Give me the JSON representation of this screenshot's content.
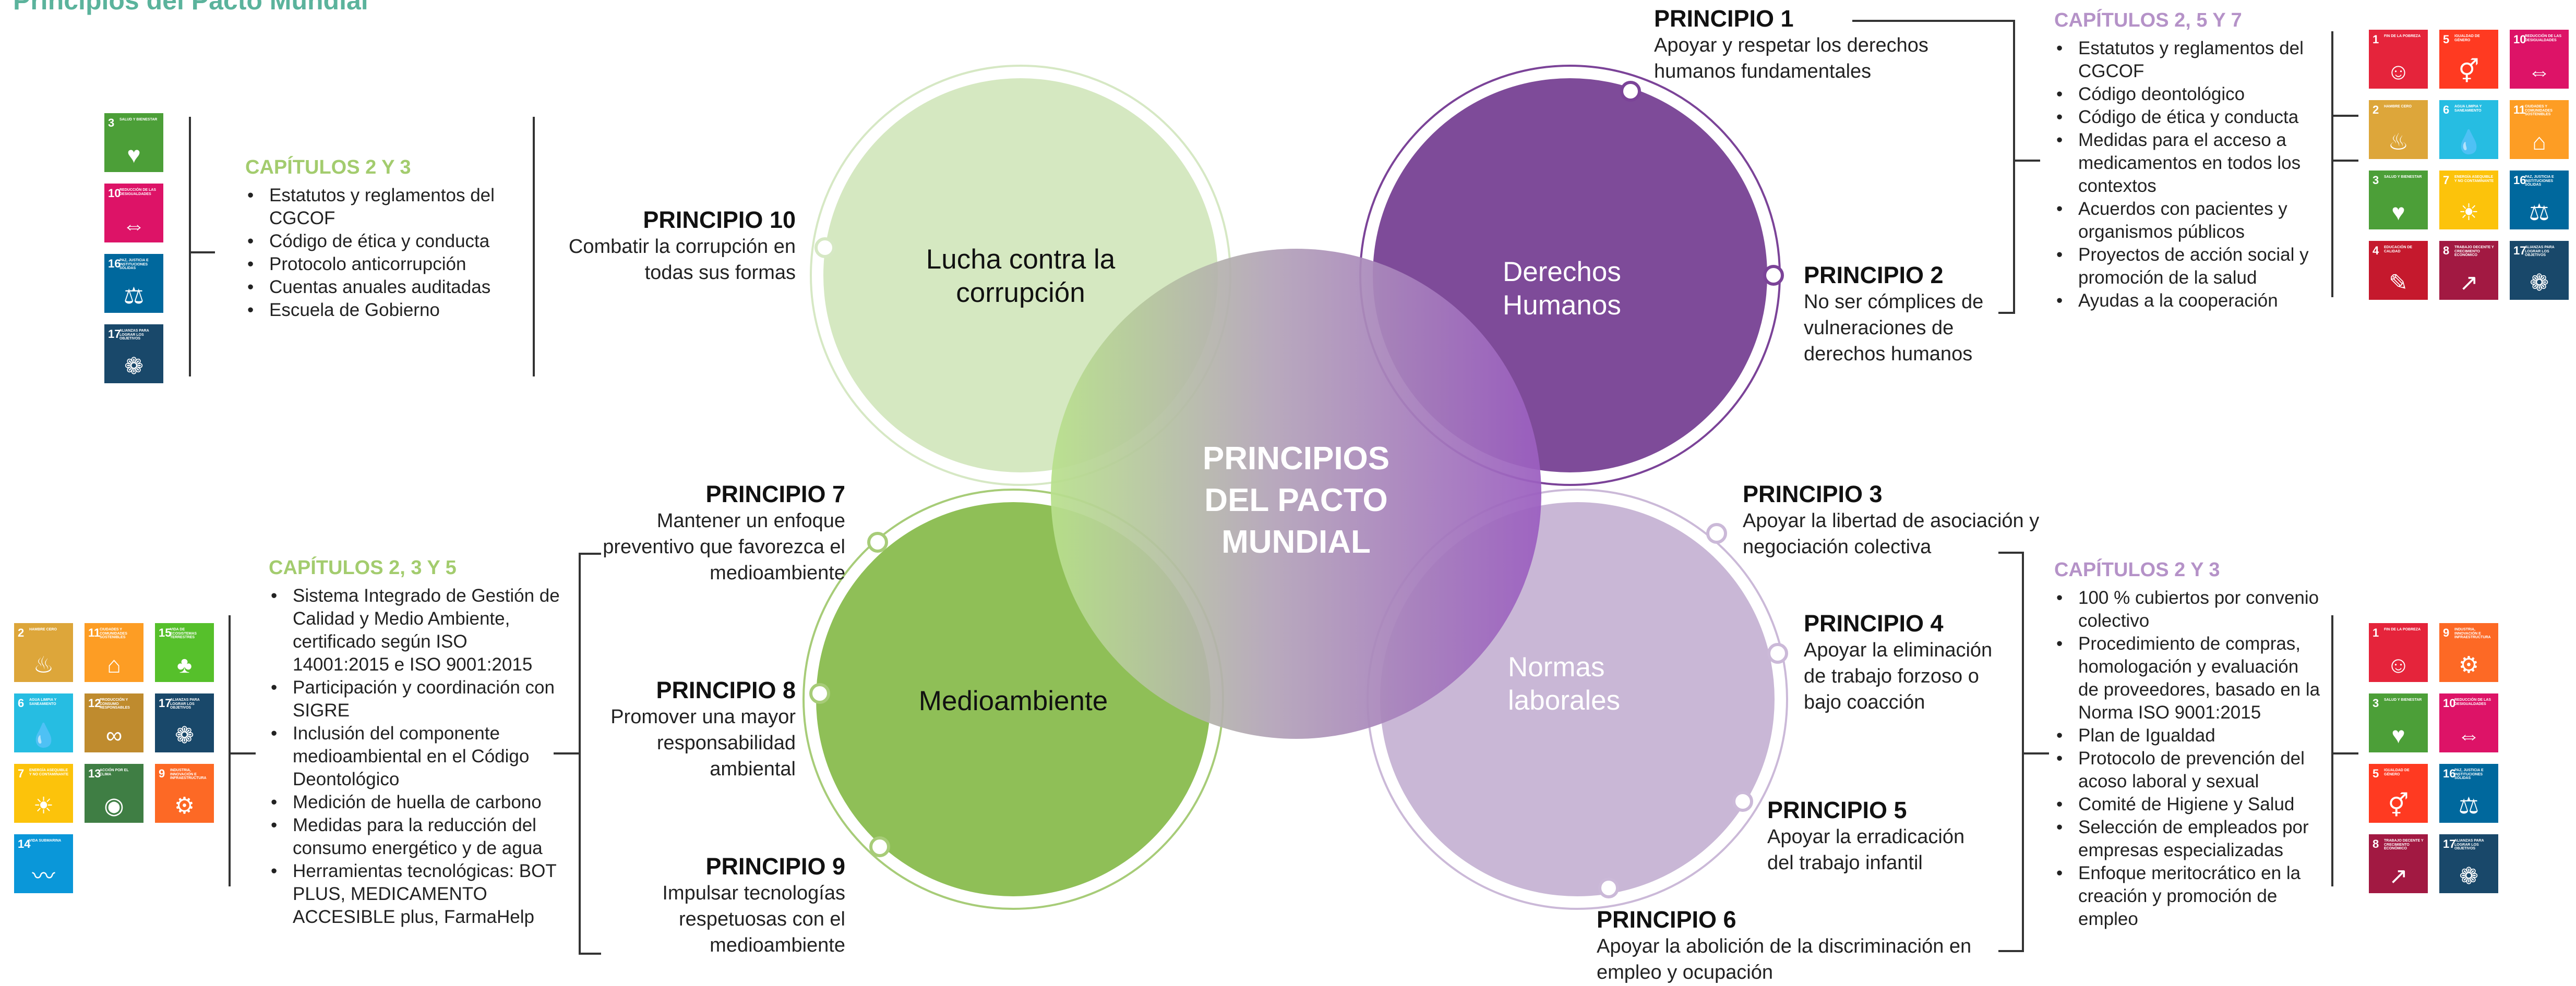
{
  "page_title": "Principios del Pacto Mundial",
  "center_label": "PRINCIPIOS DEL PACTO MUNDIAL",
  "circles": {
    "anticorruption": "Lucha contra la corrupción",
    "human_rights": "Derechos Humanos",
    "environment": "Medioambiente",
    "labour": "Normas laborales"
  },
  "principles": {
    "p1": {
      "title": "PRINCIPIO 1",
      "text": "Apoyar y respetar los derechos humanos fundamentales"
    },
    "p2": {
      "title": "PRINCIPIO 2",
      "text": "No ser cómplices de vulneraciones de derechos humanos"
    },
    "p3": {
      "title": "PRINCIPIO 3",
      "text": "Apoyar la libertad de asociación y negociación colectiva"
    },
    "p4": {
      "title": "PRINCIPIO 4",
      "text": "Apoyar la eliminación de trabajo forzoso o bajo coacción"
    },
    "p5": {
      "title": "PRINCIPIO 5",
      "text": "Apoyar la erradicación del trabajo infantil"
    },
    "p6": {
      "title": "PRINCIPIO 6",
      "text": "Apoyar la abolición de la discriminación en empleo y ocupación"
    },
    "p7": {
      "title": "PRINCIPIO 7",
      "text": "Mantener un enfoque preventivo que favorezca el medioambiente"
    },
    "p8": {
      "title": "PRINCIPIO 8",
      "text": "Promover una mayor responsabilidad ambiental"
    },
    "p9": {
      "title": "PRINCIPIO 9",
      "text": "Impulsar tecnologías respetuosas con el medioambiente"
    },
    "p10": {
      "title": "PRINCIPIO 10",
      "text": "Combatir la corrupción en todas sus formas"
    }
  },
  "chapters": {
    "anticorruption": {
      "title": "CAPÍTULOS 2 Y 3",
      "items": [
        "Estatutos y reglamentos del CGCOF",
        "Código de ética y conducta",
        "Protocolo anticorrupción",
        "Cuentas anuales auditadas",
        "Escuela de Gobierno"
      ]
    },
    "human_rights": {
      "title": "CAPÍTULOS 2, 5 Y 7",
      "items": [
        "Estatutos y reglamentos del CGCOF",
        "Código deontológico",
        "Código de ética y conducta",
        "Medidas para el acceso a medicamentos en todos los contextos",
        "Acuerdos con pacientes y organismos públicos",
        "Proyectos de acción social y promoción de la salud",
        "Ayudas a la cooperación"
      ]
    },
    "environment": {
      "title": "CAPÍTULOS 2, 3 Y 5",
      "items": [
        "Sistema Integrado de Gestión de Calidad y Medio Ambiente, certificado según ISO 14001:2015 e ISO 9001:2015",
        "Participación y coordinación con SIGRE",
        "Inclusión del componente medioambiental en el Código Deontológico",
        "Medición de huella de carbono",
        "Medidas para la reducción del consumo energético y de agua",
        "Herramientas tecnológicas: BOT PLUS, MEDICAMENTO ACCESIBLE plus, FarmaHelp"
      ]
    },
    "labour": {
      "title": "CAPÍTULOS 2 Y 3",
      "items": [
        "100 % cubiertos por convenio colectivo",
        "Procedimiento de compras, homologación y evaluación de proveedores, basado en la Norma ISO 9001:2015",
        "Plan de Igualdad",
        "Protocolo de prevención del acoso laboral y sexual",
        "Comité de Higiene y Salud",
        "Selección de empleados por empresas especializadas",
        "Enfoque meritocrático en la creación y promoción de empleo"
      ]
    }
  },
  "sdg_groups": {
    "anticorruption": [
      {
        "num": "3",
        "label": "Salud y bienestar",
        "color": "#4c9f38",
        "glyph": "♥"
      },
      {
        "num": "10",
        "label": "Reducción de las desigualdades",
        "color": "#dd1367",
        "glyph": "⇔"
      },
      {
        "num": "16",
        "label": "Paz, justicia e instituciones sólidas",
        "color": "#00689d",
        "glyph": "⚖"
      },
      {
        "num": "17",
        "label": "Alianzas para lograr los objetivos",
        "color": "#19486a",
        "glyph": "❁"
      }
    ],
    "human_rights": [
      {
        "num": "1",
        "label": "Fin de la pobreza",
        "color": "#e5243b",
        "glyph": "☺"
      },
      {
        "num": "5",
        "label": "Igualdad de género",
        "color": "#ff3a21",
        "glyph": "⚥"
      },
      {
        "num": "10",
        "label": "Reducción de las desigualdades",
        "color": "#dd1367",
        "glyph": "⇔"
      },
      {
        "num": "2",
        "label": "Hambre cero",
        "color": "#dda63a",
        "glyph": "♨"
      },
      {
        "num": "6",
        "label": "Agua limpia y saneamiento",
        "color": "#26bde2",
        "glyph": "💧"
      },
      {
        "num": "11",
        "label": "Ciudades y comunidades sostenibles",
        "color": "#fd9d24",
        "glyph": "⌂"
      },
      {
        "num": "3",
        "label": "Salud y bienestar",
        "color": "#4c9f38",
        "glyph": "♥"
      },
      {
        "num": "7",
        "label": "Energía asequible y no contaminante",
        "color": "#fcc30b",
        "glyph": "☀"
      },
      {
        "num": "16",
        "label": "Paz, justicia e instituciones sólidas",
        "color": "#00689d",
        "glyph": "⚖"
      },
      {
        "num": "4",
        "label": "Educación de calidad",
        "color": "#c5192d",
        "glyph": "✎"
      },
      {
        "num": "8",
        "label": "Trabajo decente y crecimiento económico",
        "color": "#a21942",
        "glyph": "↗"
      },
      {
        "num": "17",
        "label": "Alianzas para lograr los objetivos",
        "color": "#19486a",
        "glyph": "❁"
      }
    ],
    "environment": [
      {
        "num": "2",
        "label": "Hambre cero",
        "color": "#dda63a",
        "glyph": "♨"
      },
      {
        "num": "11",
        "label": "Ciudades y comunidades sostenibles",
        "color": "#fd9d24",
        "glyph": "⌂"
      },
      {
        "num": "15",
        "label": "Vida de ecosistemas terrestres",
        "color": "#56c02b",
        "glyph": "♣"
      },
      {
        "num": "6",
        "label": "Agua limpia y saneamiento",
        "color": "#26bde2",
        "glyph": "💧"
      },
      {
        "num": "12",
        "label": "Producción y consumo responsables",
        "color": "#bf8b2e",
        "glyph": "∞"
      },
      {
        "num": "17",
        "label": "Alianzas para lograr los objetivos",
        "color": "#19486a",
        "glyph": "❁"
      },
      {
        "num": "7",
        "label": "Energía asequible y no contaminante",
        "color": "#fcc30b",
        "glyph": "☀"
      },
      {
        "num": "13",
        "label": "Acción por el clima",
        "color": "#3f7e44",
        "glyph": "◉"
      },
      {
        "num": "9",
        "label": "Industria, innovación e infraestructura",
        "color": "#fd6925",
        "glyph": "⚙"
      },
      {
        "num": "14",
        "label": "Vida submarina",
        "color": "#0a97d9",
        "glyph": "〰"
      }
    ],
    "labour": [
      {
        "num": "1",
        "label": "Fin de la pobreza",
        "color": "#e5243b",
        "glyph": "☺"
      },
      {
        "num": "9",
        "label": "Industria, innovación e infraestructura",
        "color": "#fd6925",
        "glyph": "⚙"
      },
      {
        "num": "3",
        "label": "Salud y bienestar",
        "color": "#4c9f38",
        "glyph": "♥"
      },
      {
        "num": "10",
        "label": "Reducción de las desigualdades",
        "color": "#dd1367",
        "glyph": "⇔"
      },
      {
        "num": "5",
        "label": "Igualdad de género",
        "color": "#ff3a21",
        "glyph": "⚥"
      },
      {
        "num": "16",
        "label": "Paz, justicia e instituciones sólidas",
        "color": "#00689d",
        "glyph": "⚖"
      },
      {
        "num": "8",
        "label": "Trabajo decente y crecimiento económico",
        "color": "#a21942",
        "glyph": "↗"
      },
      {
        "num": "17",
        "label": "Alianzas para lograr los objetivos",
        "color": "#19486a",
        "glyph": "❁"
      }
    ]
  }
}
